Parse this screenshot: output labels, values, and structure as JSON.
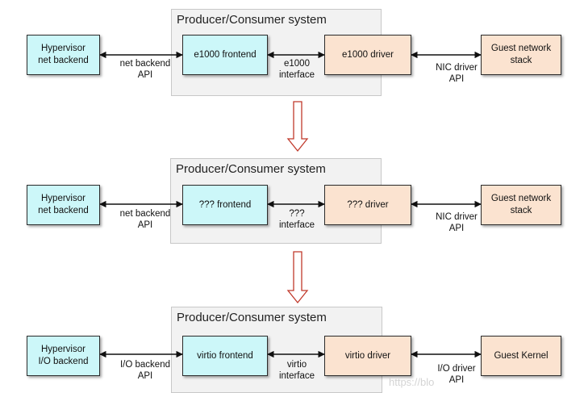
{
  "panels": [
    {
      "title": "Producer/Consumer system",
      "left_box": "Hypervisor\nnet backend",
      "frontend": "e1000 frontend",
      "driver": "e1000 driver",
      "right_box": "Guest network\nstack",
      "api_left": "net backend\nAPI",
      "interface": "e1000\ninterface",
      "api_right": "NIC driver\nAPI"
    },
    {
      "title": "Producer/Consumer system",
      "left_box": "Hypervisor\nnet backend",
      "frontend": "??? frontend",
      "driver": "??? driver",
      "right_box": "Guest network\nstack",
      "api_left": "net backend\nAPI",
      "interface": "???\ninterface",
      "api_right": "NIC driver\nAPI"
    },
    {
      "title": "Producer/Consumer system",
      "left_box": "Hypervisor\nI/O backend",
      "frontend": "virtio frontend",
      "driver": "virtio driver",
      "right_box": "Guest Kernel",
      "api_left": "I/O backend\nAPI",
      "interface": "virtio\ninterface",
      "api_right": "I/O driver\nAPI"
    }
  ],
  "watermark": "https://blo",
  "colors": {
    "cyan_box": "#ccf7f9",
    "peach_box": "#fbe3d0",
    "panel_bg": "#f2f2f2",
    "down_arrow": "#c0392b"
  }
}
